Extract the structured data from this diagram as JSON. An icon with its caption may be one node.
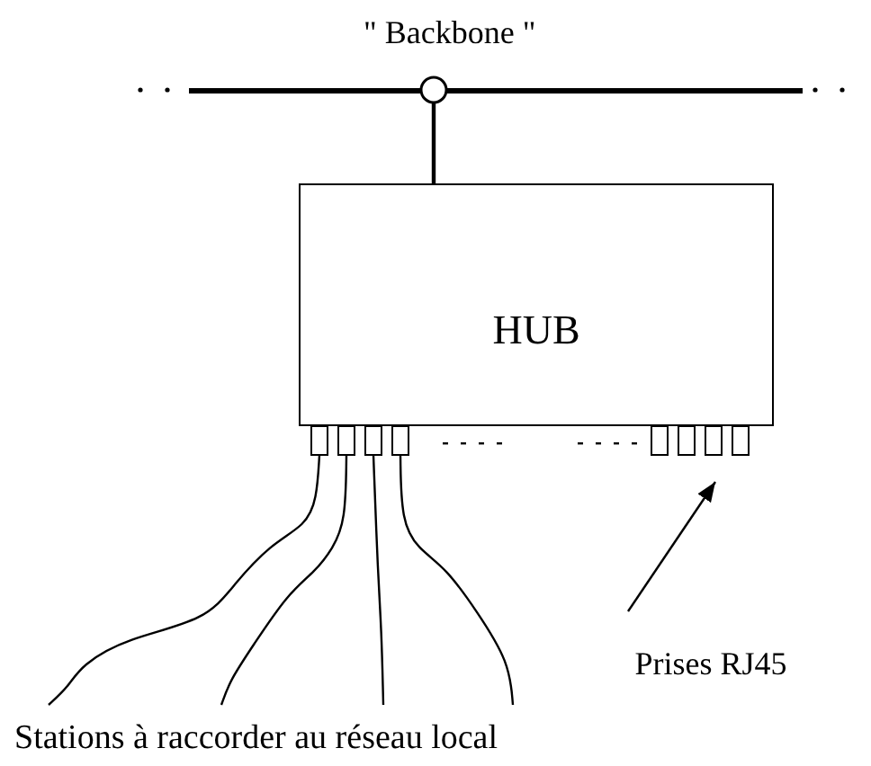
{
  "diagram": {
    "nodes": [
      {
        "text": [],
        "shape": "bar"
      },
      {
        "text": [],
        "shape": "circle"
      },
      {
        "text": [
          "HUB"
        ]
      },
      {
        "text": [],
        "shape": "box"
      },
      {
        "text": [],
        "shape": "box"
      },
      {
        "text": [],
        "shape": "box"
      },
      {
        "text": [],
        "shape": "box"
      },
      {
        "text": [],
        "shape": "box"
      },
      {
        "text": [],
        "shape": "box"
      },
      {
        "text": [],
        "shape": "box"
      },
      {
        "text": [],
        "shape": "box"
      },
      {
        "text": [
          "Prises RJ45"
        ]
      }
    ],
    "edges": [
      {
        "from": 1,
        "to": 2,
        "arrow": "none"
      },
      {
        "from": 3,
        "to": null,
        "arrow": "none"
      },
      {
        "from": 4,
        "to": null,
        "arrow": "none"
      },
      {
        "from": 5,
        "to": null,
        "arrow": "none"
      },
      {
        "from": 6,
        "to": null,
        "arrow": "none"
      },
      {
        "from": 11,
        "to": 9,
        "arrow": "to"
      }
    ],
    "labels": [
      "\" Backbone \"",
      "Stations à raccorder au réseau local"
    ]
  }
}
